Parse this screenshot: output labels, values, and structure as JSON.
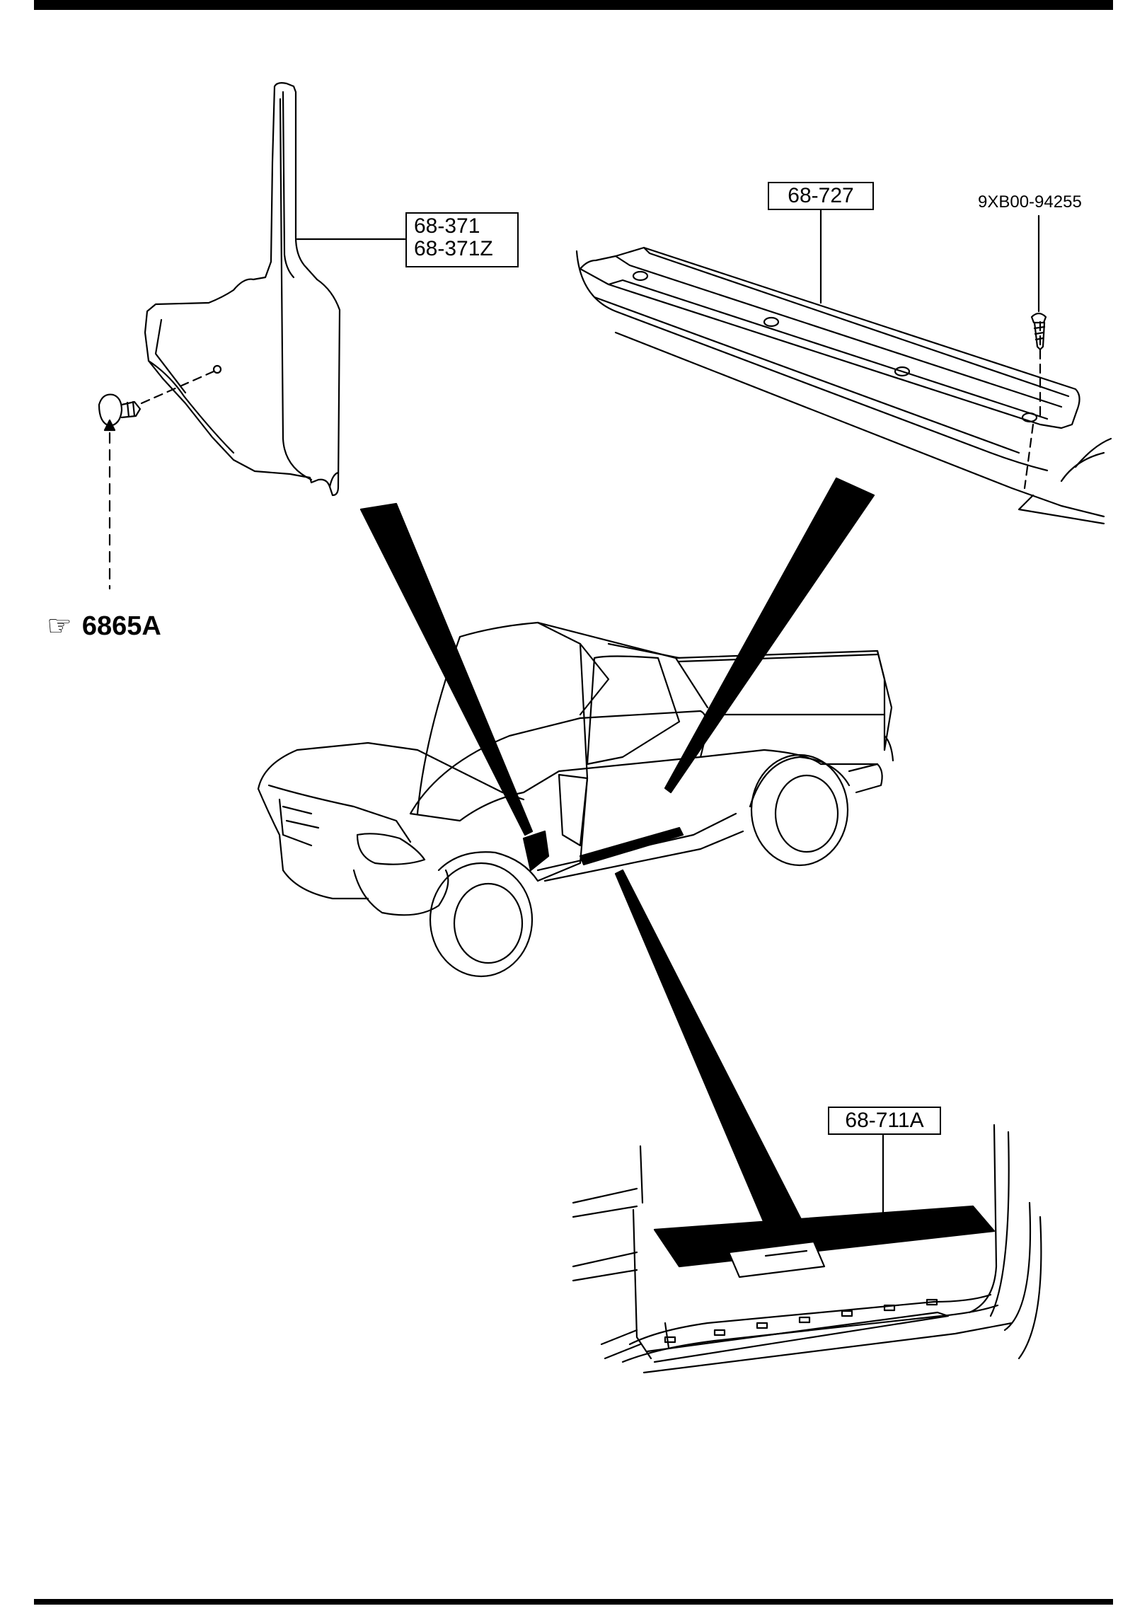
{
  "callouts": {
    "pillar_trim": [
      "68-371",
      "68-371Z"
    ],
    "sill_rail": "68-727",
    "screw": "9XB00-94255",
    "scuff_plate": "68-711A"
  },
  "reference": {
    "hand_icon": "pointing-hand-icon",
    "label": "6865A"
  }
}
